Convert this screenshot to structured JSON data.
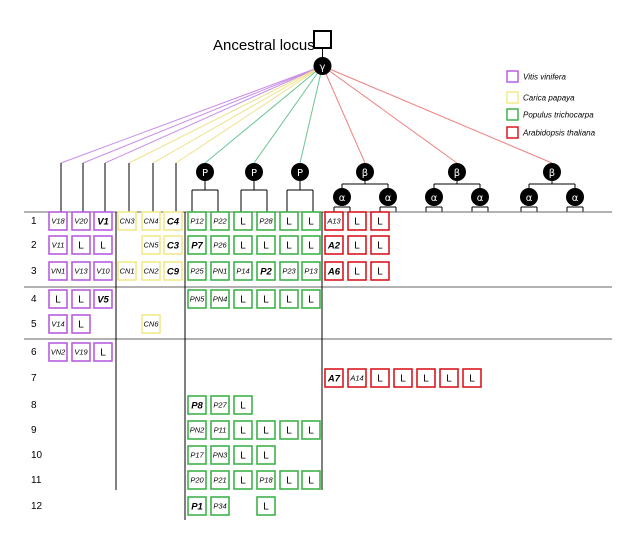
{
  "title": "Ancestral locus",
  "gamma_label": "γ",
  "p_label": "P",
  "beta_label": "β",
  "alpha_label": "α",
  "colors": {
    "vitis": "#b85ee0",
    "papaya": "#f2ea8c",
    "populus": "#3fb24a",
    "arabidopsis": "#d9191f",
    "line_vitis": "#c88ee8",
    "line_papaya": "#eee28a",
    "line_populus": "#6cc493",
    "line_arab": "#ef8080"
  },
  "legend": [
    {
      "label": "Vitis vinifera",
      "color_key": "vitis"
    },
    {
      "label": "Carica papaya",
      "color_key": "papaya"
    },
    {
      "label": "Populus trichocarpa",
      "color_key": "populus"
    },
    {
      "label": "Arabidopsis thaliana",
      "color_key": "arabidopsis"
    }
  ],
  "row_labels": [
    "1",
    "2",
    "3",
    "4",
    "5",
    "6",
    "7",
    "8",
    "9",
    "10",
    "11",
    "12"
  ],
  "genes": [
    {
      "sp": "vitis",
      "row": 1,
      "col": 0,
      "text": "V18"
    },
    {
      "sp": "vitis",
      "row": 1,
      "col": 1,
      "text": "V20"
    },
    {
      "sp": "vitis",
      "row": 1,
      "col": 2,
      "text": "V1"
    },
    {
      "sp": "vitis",
      "row": 2,
      "col": 0,
      "text": "V11"
    },
    {
      "sp": "vitis",
      "row": 2,
      "col": 1,
      "text": "L"
    },
    {
      "sp": "vitis",
      "row": 2,
      "col": 2,
      "text": "L"
    },
    {
      "sp": "vitis",
      "row": 3,
      "col": 0,
      "text": "VN1"
    },
    {
      "sp": "vitis",
      "row": 3,
      "col": 1,
      "text": "V13"
    },
    {
      "sp": "vitis",
      "row": 3,
      "col": 2,
      "text": "V10"
    },
    {
      "sp": "vitis",
      "row": 4,
      "col": 0,
      "text": "L"
    },
    {
      "sp": "vitis",
      "row": 4,
      "col": 1,
      "text": "L"
    },
    {
      "sp": "vitis",
      "row": 4,
      "col": 2,
      "text": "V5"
    },
    {
      "sp": "vitis",
      "row": 5,
      "col": 0,
      "text": "V14"
    },
    {
      "sp": "vitis",
      "row": 5,
      "col": 1,
      "text": "L"
    },
    {
      "sp": "vitis",
      "row": 6,
      "col": 0,
      "text": "VN2"
    },
    {
      "sp": "vitis",
      "row": 6,
      "col": 1,
      "text": "V19"
    },
    {
      "sp": "vitis",
      "row": 6,
      "col": 2,
      "text": "L"
    },
    {
      "sp": "papaya",
      "row": 1,
      "col": 0,
      "text": "CN3"
    },
    {
      "sp": "papaya",
      "row": 1,
      "col": 1,
      "text": "CN4"
    },
    {
      "sp": "papaya",
      "row": 1,
      "col": 2,
      "text": "C4"
    },
    {
      "sp": "papaya",
      "row": 2,
      "col": 1,
      "text": "CN5"
    },
    {
      "sp": "papaya",
      "row": 2,
      "col": 2,
      "text": "C3"
    },
    {
      "sp": "papaya",
      "row": 3,
      "col": 0,
      "text": "CN1"
    },
    {
      "sp": "papaya",
      "row": 3,
      "col": 1,
      "text": "CN2"
    },
    {
      "sp": "papaya",
      "row": 3,
      "col": 2,
      "text": "C9"
    },
    {
      "sp": "papaya",
      "row": 5,
      "col": 1,
      "text": "CN6"
    },
    {
      "sp": "populus",
      "row": 1,
      "col": 0,
      "text": "P12"
    },
    {
      "sp": "populus",
      "row": 1,
      "col": 1,
      "text": "P22"
    },
    {
      "sp": "populus",
      "row": 1,
      "col": 2,
      "text": "L"
    },
    {
      "sp": "populus",
      "row": 1,
      "col": 3,
      "text": "P28"
    },
    {
      "sp": "populus",
      "row": 1,
      "col": 4,
      "text": "L"
    },
    {
      "sp": "populus",
      "row": 1,
      "col": 5,
      "text": "L"
    },
    {
      "sp": "populus",
      "row": 2,
      "col": 0,
      "text": "P7"
    },
    {
      "sp": "populus",
      "row": 2,
      "col": 1,
      "text": "P26"
    },
    {
      "sp": "populus",
      "row": 2,
      "col": 2,
      "text": "L"
    },
    {
      "sp": "populus",
      "row": 2,
      "col": 3,
      "text": "L"
    },
    {
      "sp": "populus",
      "row": 2,
      "col": 4,
      "text": "L"
    },
    {
      "sp": "populus",
      "row": 2,
      "col": 5,
      "text": "L"
    },
    {
      "sp": "populus",
      "row": 3,
      "col": 0,
      "text": "P25"
    },
    {
      "sp": "populus",
      "row": 3,
      "col": 1,
      "text": "PN1"
    },
    {
      "sp": "populus",
      "row": 3,
      "col": 2,
      "text": "P14"
    },
    {
      "sp": "populus",
      "row": 3,
      "col": 3,
      "text": "P2"
    },
    {
      "sp": "populus",
      "row": 3,
      "col": 4,
      "text": "P23"
    },
    {
      "sp": "populus",
      "row": 3,
      "col": 5,
      "text": "P13"
    },
    {
      "sp": "populus",
      "row": 4,
      "col": 0,
      "text": "PN5"
    },
    {
      "sp": "populus",
      "row": 4,
      "col": 1,
      "text": "PN4"
    },
    {
      "sp": "populus",
      "row": 4,
      "col": 2,
      "text": "L"
    },
    {
      "sp": "populus",
      "row": 4,
      "col": 3,
      "text": "L"
    },
    {
      "sp": "populus",
      "row": 4,
      "col": 4,
      "text": "L"
    },
    {
      "sp": "populus",
      "row": 4,
      "col": 5,
      "text": "L"
    },
    {
      "sp": "populus",
      "row": 8,
      "col": 0,
      "text": "P8"
    },
    {
      "sp": "populus",
      "row": 8,
      "col": 1,
      "text": "P27"
    },
    {
      "sp": "populus",
      "row": 8,
      "col": 2,
      "text": "L"
    },
    {
      "sp": "populus",
      "row": 9,
      "col": 0,
      "text": "PN2"
    },
    {
      "sp": "populus",
      "row": 9,
      "col": 1,
      "text": "P11"
    },
    {
      "sp": "populus",
      "row": 9,
      "col": 2,
      "text": "L"
    },
    {
      "sp": "populus",
      "row": 9,
      "col": 3,
      "text": "L"
    },
    {
      "sp": "populus",
      "row": 9,
      "col": 4,
      "text": "L"
    },
    {
      "sp": "populus",
      "row": 9,
      "col": 5,
      "text": "L"
    },
    {
      "sp": "populus",
      "row": 10,
      "col": 0,
      "text": "P17"
    },
    {
      "sp": "populus",
      "row": 10,
      "col": 1,
      "text": "PN3"
    },
    {
      "sp": "populus",
      "row": 10,
      "col": 2,
      "text": "L"
    },
    {
      "sp": "populus",
      "row": 10,
      "col": 3,
      "text": "L"
    },
    {
      "sp": "populus",
      "row": 11,
      "col": 0,
      "text": "P20"
    },
    {
      "sp": "populus",
      "row": 11,
      "col": 1,
      "text": "P21"
    },
    {
      "sp": "populus",
      "row": 11,
      "col": 2,
      "text": "L"
    },
    {
      "sp": "populus",
      "row": 11,
      "col": 3,
      "text": "P18"
    },
    {
      "sp": "populus",
      "row": 11,
      "col": 4,
      "text": "L"
    },
    {
      "sp": "populus",
      "row": 11,
      "col": 5,
      "text": "L"
    },
    {
      "sp": "populus",
      "row": 12,
      "col": 0,
      "text": "P1"
    },
    {
      "sp": "populus",
      "row": 12,
      "col": 1,
      "text": "P34"
    },
    {
      "sp": "populus",
      "row": 12,
      "col": 3,
      "text": "L"
    },
    {
      "sp": "arabidopsis",
      "row": 1,
      "col": 0,
      "text": "A13"
    },
    {
      "sp": "arabidopsis",
      "row": 1,
      "col": 1,
      "text": "L"
    },
    {
      "sp": "arabidopsis",
      "row": 1,
      "col": 2,
      "text": "L"
    },
    {
      "sp": "arabidopsis",
      "row": 2,
      "col": 0,
      "text": "A2"
    },
    {
      "sp": "arabidopsis",
      "row": 2,
      "col": 1,
      "text": "L"
    },
    {
      "sp": "arabidopsis",
      "row": 2,
      "col": 2,
      "text": "L"
    },
    {
      "sp": "arabidopsis",
      "row": 3,
      "col": 0,
      "text": "A6"
    },
    {
      "sp": "arabidopsis",
      "row": 3,
      "col": 1,
      "text": "L"
    },
    {
      "sp": "arabidopsis",
      "row": 3,
      "col": 2,
      "text": "L"
    },
    {
      "sp": "arabidopsis",
      "row": 7,
      "col": 0,
      "text": "A7"
    },
    {
      "sp": "arabidopsis",
      "row": 7,
      "col": 1,
      "text": "A14"
    },
    {
      "sp": "arabidopsis",
      "row": 7,
      "col": 2,
      "text": "L"
    },
    {
      "sp": "arabidopsis",
      "row": 7,
      "col": 3,
      "text": "L"
    },
    {
      "sp": "arabidopsis",
      "row": 7,
      "col": 4,
      "text": "L"
    },
    {
      "sp": "arabidopsis",
      "row": 7,
      "col": 5,
      "text": "L"
    },
    {
      "sp": "arabidopsis",
      "row": 7,
      "col": 6,
      "text": "L"
    }
  ]
}
